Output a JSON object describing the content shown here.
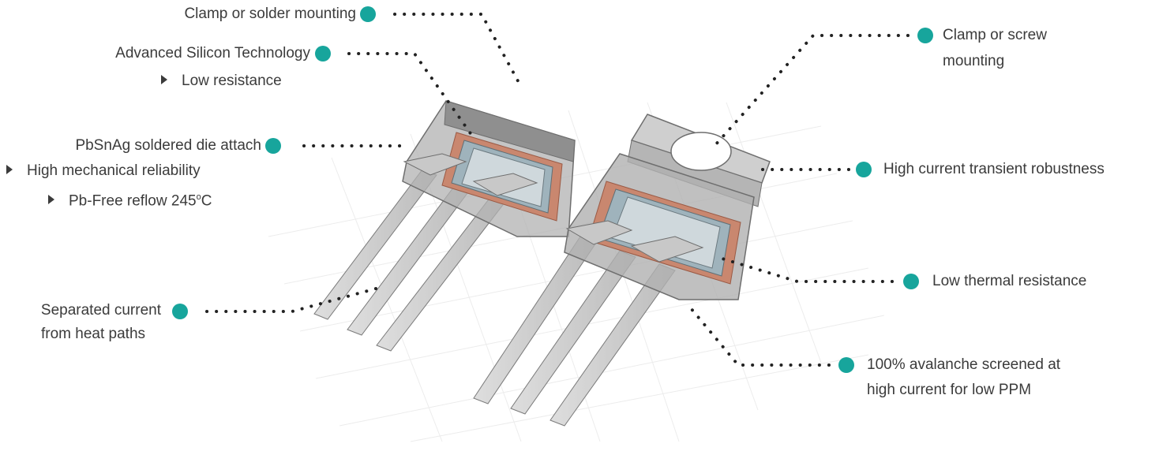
{
  "accent_color": "#17a59c",
  "left_labels": {
    "clamp_solder": "Clamp or solder mounting",
    "advanced_silicon": "Advanced Silicon Technology",
    "low_resistance": "Low resistance",
    "die_attach": "PbSnAg soldered die attach",
    "mech_reliability": "High mechanical reliability",
    "pb_free_prefix": "Pb-Free reflow 245",
    "pb_free_degree": "o",
    "pb_free_suffix": "C",
    "separated_line1": "Separated current",
    "separated_line2": "from heat paths"
  },
  "right_labels": {
    "clamp_screw_line1": "Clamp or screw",
    "clamp_screw_line2": "mounting",
    "transient": "High current transient robustness",
    "thermal": "Low thermal resistance",
    "avalanche_line1": "100% avalanche screened at",
    "avalanche_line2": "high current for low PPM"
  },
  "icons": [
    "bullet-dot-icon",
    "triangle-bullet-icon"
  ]
}
